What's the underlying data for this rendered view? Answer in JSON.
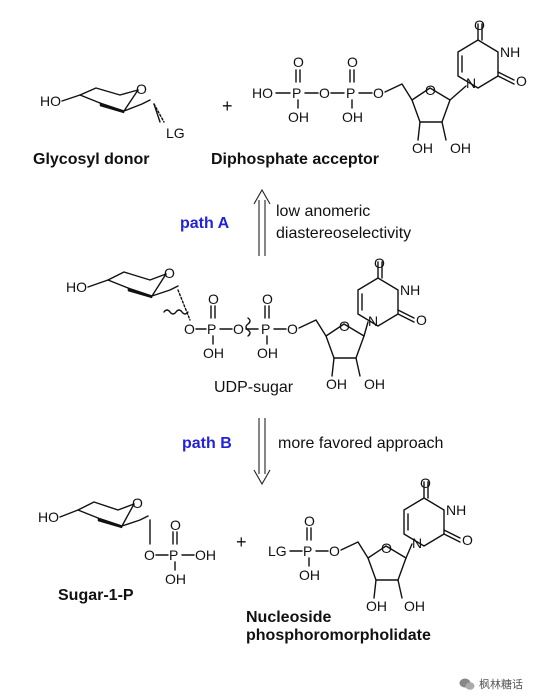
{
  "top": {
    "glycosyl_caption": "Glycosyl donor",
    "diphosphate_caption": "Diphosphate acceptor",
    "plus": "+"
  },
  "path_a": {
    "label": "path A",
    "note_line1": "low anomeric",
    "note_line2": "diastereoselectivity",
    "color": "#2222dd"
  },
  "middle": {
    "caption": "UDP-sugar"
  },
  "path_b": {
    "label": "path B",
    "note": "more favored approach",
    "color": "#2222dd"
  },
  "bottom": {
    "sugar_caption": "Sugar-1-P",
    "nucleoside_line1": "Nucleoside",
    "nucleoside_line2": "phosphoromorpholidate",
    "plus": "+"
  },
  "atoms": {
    "ho": "HO",
    "o": "O",
    "p": "P",
    "oh": "OH",
    "lg": "LG",
    "n": "N",
    "nh": "NH",
    "lg_p": "LG"
  },
  "watermark": {
    "text": "枫林糖话"
  }
}
